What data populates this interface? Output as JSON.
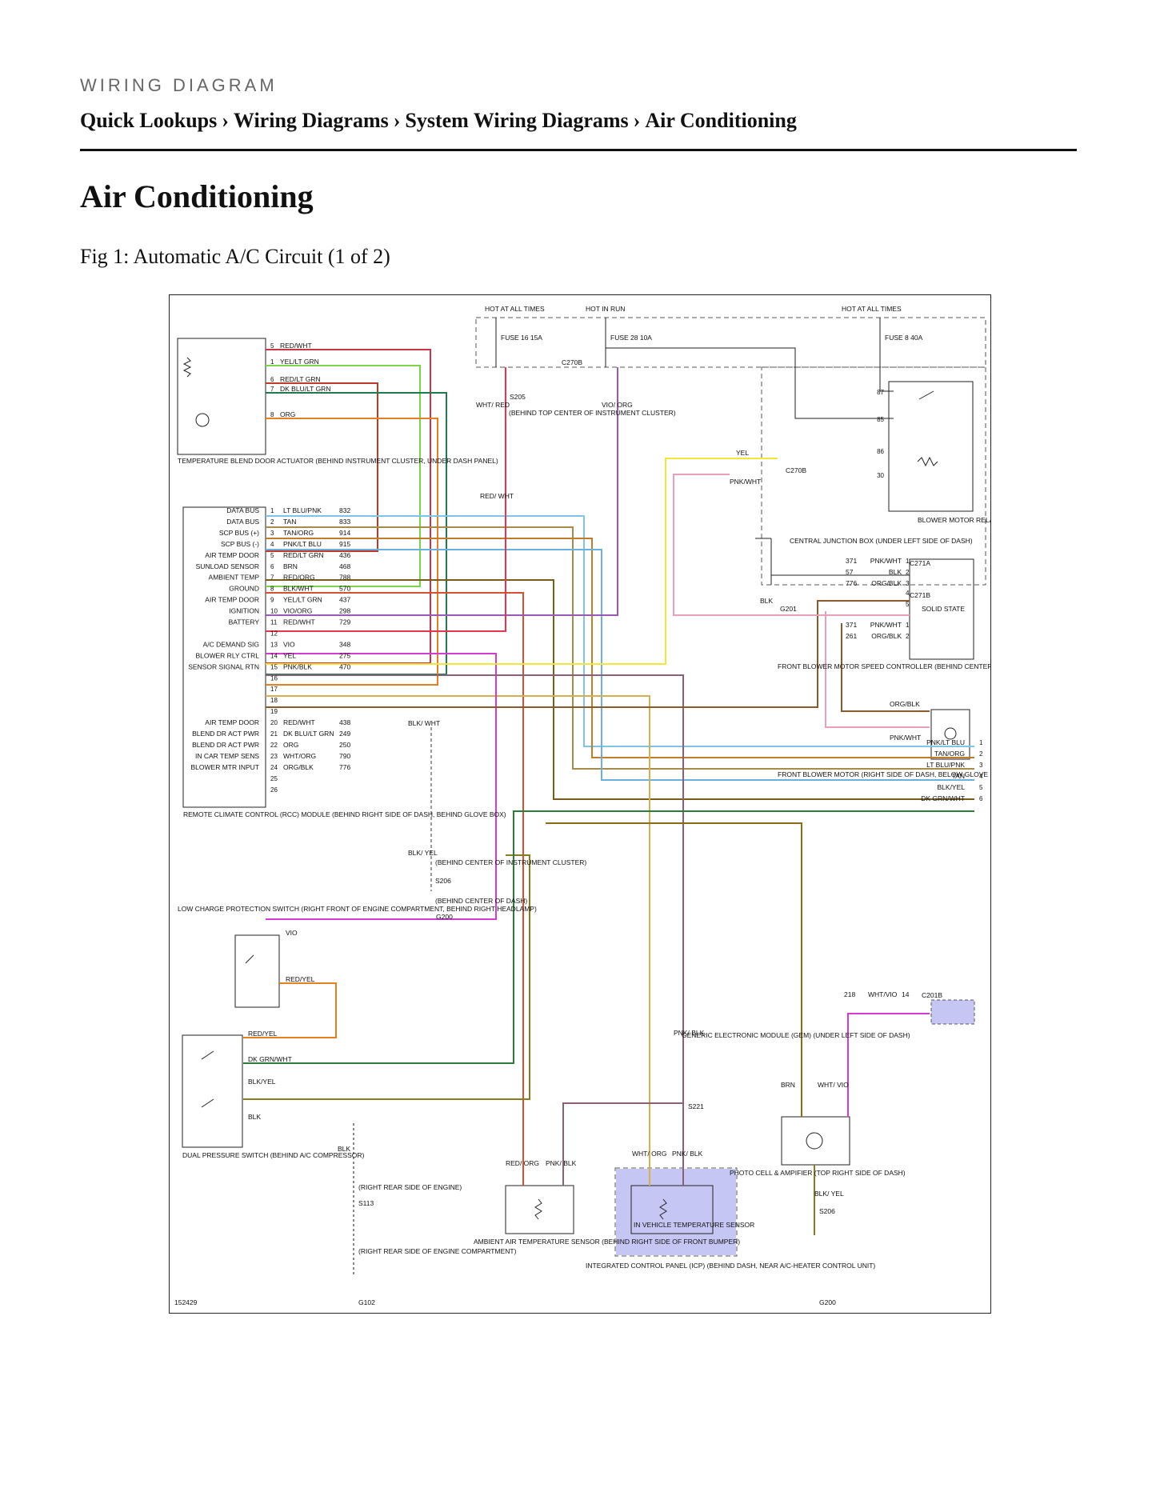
{
  "section_label": "WIRING DIAGRAM",
  "breadcrumb": [
    "Quick Lookups",
    "Wiring Diagrams",
    "System Wiring Diagrams",
    "Air Conditioning"
  ],
  "breadcrumb_separator": "›",
  "title": "Air Conditioning",
  "figure_caption": "Fig 1: Automatic A/C Circuit (1 of 2)",
  "diagram": {
    "id_number": "152429",
    "power_labels": [
      "HOT AT ALL TIMES",
      "HOT IN RUN",
      "HOT AT ALL TIMES"
    ],
    "fuses": [
      "FUSE 16 15A",
      "FUSE 28 10A",
      "FUSE 8 40A"
    ],
    "components": {
      "temp_blend_actuator": "TEMPERATURE BLEND DOOR ACTUATOR (BEHIND INSTRUMENT CLUSTER, UNDER DASH PANEL)",
      "rcc_module": "REMOTE CLIMATE CONTROL (RCC) MODULE (BEHIND RIGHT SIDE OF DASH, BEHIND GLOVE BOX)",
      "blower_relay": "BLOWER MOTOR RELAY",
      "cjb": "CENTRAL JUNCTION BOX (UNDER LEFT SIDE OF DASH)",
      "solid_state": "SOLID STATE",
      "blower_controller": "FRONT BLOWER MOTOR SPEED CONTROLLER (BEHIND CENTER OF DASH, NEAR HVAC UNIT)",
      "blower_motor": "FRONT BLOWER MOTOR (RIGHT SIDE OF DASH, BELOW GLOVE BOX)",
      "low_charge_switch": "LOW CHARGE PROTECTION SWITCH (RIGHT FRONT OF ENGINE COMPARTMENT, BEHIND RIGHT HEADLAMP)",
      "dual_pressure_switch": "DUAL PRESSURE SWITCH (BEHIND A/C COMPRESSOR)",
      "ambient_sensor": "AMBIENT AIR TEMPERATURE SENSOR (BEHIND RIGHT SIDE OF FRONT BUMPER)",
      "in_vehicle_sensor": "IN VEHICLE TEMPERATURE SENSOR",
      "icp": "INTEGRATED CONTROL PANEL (ICP) (BEHIND DASH, NEAR A/C-HEATER CONTROL UNIT)",
      "photo_cell": "PHOTO CELL & AMPIFIER (TOP RIGHT SIDE OF DASH)",
      "gem": "GENERIC ELECTRONIC MODULE (GEM) (UNDER LEFT SIDE OF DASH)"
    },
    "connectors": [
      "C270B",
      "C270B",
      "C271A",
      "C271B",
      "C201B"
    ],
    "splices": [
      "S205",
      "S206",
      "S221",
      "S113",
      "S206"
    ],
    "grounds": [
      "G201",
      "G200",
      "G102",
      "G200"
    ],
    "rcc_pins": [
      {
        "pin": "1",
        "func": "DATA BUS",
        "color": "LT BLU/PNK",
        "circuit": "832"
      },
      {
        "pin": "2",
        "func": "DATA BUS",
        "color": "TAN",
        "circuit": "833"
      },
      {
        "pin": "3",
        "func": "SCP BUS (+)",
        "color": "TAN/ORG",
        "circuit": "914"
      },
      {
        "pin": "4",
        "func": "SCP BUS (-)",
        "color": "PNK/LT BLU",
        "circuit": "915"
      },
      {
        "pin": "5",
        "func": "AIR TEMP DOOR",
        "color": "RED/LT GRN",
        "circuit": "436"
      },
      {
        "pin": "6",
        "func": "SUNLOAD SENSOR",
        "color": "BRN",
        "circuit": "468"
      },
      {
        "pin": "7",
        "func": "AMBIENT TEMP",
        "color": "RED/ORG",
        "circuit": "788"
      },
      {
        "pin": "8",
        "func": "GROUND",
        "color": "BLK/WHT",
        "circuit": "570"
      },
      {
        "pin": "9",
        "func": "AIR TEMP DOOR",
        "color": "YEL/LT GRN",
        "circuit": "437"
      },
      {
        "pin": "10",
        "func": "IGNITION",
        "color": "VIO/ORG",
        "circuit": "298"
      },
      {
        "pin": "11",
        "func": "BATTERY",
        "color": "RED/WHT",
        "circuit": "729"
      },
      {
        "pin": "12",
        "func": "",
        "color": "",
        "circuit": ""
      },
      {
        "pin": "13",
        "func": "A/C DEMAND SIG",
        "color": "VIO",
        "circuit": "348"
      },
      {
        "pin": "14",
        "func": "BLOWER RLY CTRL",
        "color": "YEL",
        "circuit": "275"
      },
      {
        "pin": "15",
        "func": "SENSOR SIGNAL RTN",
        "color": "PNK/BLK",
        "circuit": "470"
      },
      {
        "pin": "16",
        "func": "",
        "color": "",
        "circuit": ""
      },
      {
        "pin": "17",
        "func": "",
        "color": "",
        "circuit": ""
      },
      {
        "pin": "18",
        "func": "",
        "color": "",
        "circuit": ""
      },
      {
        "pin": "19",
        "func": "",
        "color": "",
        "circuit": ""
      },
      {
        "pin": "20",
        "func": "AIR TEMP DOOR",
        "color": "RED/WHT",
        "circuit": "438"
      },
      {
        "pin": "21",
        "func": "BLEND DR ACT PWR",
        "color": "DK BLU/LT GRN",
        "circuit": "249"
      },
      {
        "pin": "22",
        "func": "BLEND DR ACT PWR",
        "color": "ORG",
        "circuit": "250"
      },
      {
        "pin": "23",
        "func": "IN CAR TEMP SENS",
        "color": "WHT/ORG",
        "circuit": "790"
      },
      {
        "pin": "24",
        "func": "BLOWER MTR INPUT",
        "color": "ORG/BLK",
        "circuit": "776"
      },
      {
        "pin": "25",
        "func": "",
        "color": "",
        "circuit": ""
      },
      {
        "pin": "26",
        "func": "",
        "color": "",
        "circuit": ""
      }
    ],
    "actuator_pins": [
      {
        "pin": "5",
        "color": "RED/WHT"
      },
      {
        "pin": "1",
        "color": "YEL/LT GRN"
      },
      {
        "pin": "6",
        "color": "RED/LT GRN"
      },
      {
        "pin": "7",
        "color": "DK BLU/LT GRN"
      },
      {
        "pin": "8",
        "color": "ORG"
      }
    ],
    "offpage_wires": [
      {
        "label": "PNK/LT BLU",
        "num": "1"
      },
      {
        "label": "TAN/ORG",
        "num": "2"
      },
      {
        "label": "LT BLU/PNK",
        "num": "3"
      },
      {
        "label": "TAN",
        "num": "4"
      },
      {
        "label": "BLK/YEL",
        "num": "5"
      },
      {
        "label": "DK GRN/WHT",
        "num": "6"
      }
    ],
    "controller_pins": [
      {
        "circuit": "371",
        "color": "PNK/WHT",
        "pin": "1"
      },
      {
        "circuit": "57",
        "color": "BLK",
        "pin": "2"
      },
      {
        "circuit": "776",
        "color": "ORG/BLK",
        "pin": "3"
      },
      {
        "circuit": "",
        "color": "",
        "pin": "4"
      },
      {
        "circuit": "",
        "color": "",
        "pin": "5"
      },
      {
        "circuit": "371",
        "color": "PNK/WHT",
        "pin": "1"
      },
      {
        "circuit": "261",
        "color": "ORG/BLK",
        "pin": "2"
      }
    ],
    "relay_pins": [
      "87",
      "85",
      "86",
      "30"
    ],
    "misc_labels": {
      "wht_red": "WHT/ RED",
      "vio_org": "VIO/ ORG",
      "behind_top_center": "(BEHIND TOP CENTER OF INSTRUMENT CLUSTER)",
      "behind_center_dash": "(BEHIND CENTER OF DASH)",
      "behind_center_cluster": "(BEHIND CENTER OF INSTRUMENT CLUSTER)",
      "right_rear_engine": "(RIGHT REAR SIDE OF ENGINE)",
      "right_rear_compartment": "(RIGHT REAR SIDE OF ENGINE COMPARTMENT)",
      "yel": "YEL",
      "pnk_wht": "PNK/WHT",
      "blk": "BLK",
      "blk_wht": "BLK/ WHT",
      "blk_yel": "BLK/ YEL",
      "red_wht": "RED/ WHT",
      "org_blk": "ORG/BLK",
      "vio": "VIO",
      "red_yel": "RED/YEL",
      "dk_grn_wht": "DK GRN/WHT",
      "blk_yel2": "BLK/YEL",
      "pnk_blk": "PNK/ BLK",
      "red_org": "RED/ ORG",
      "wht_org": "WHT/ ORG",
      "brn": "BRN",
      "wht_vio": "WHT/ VIO",
      "gem_circuit": "218",
      "gem_color": "WHT/VIO",
      "gem_pin": "14"
    }
  }
}
